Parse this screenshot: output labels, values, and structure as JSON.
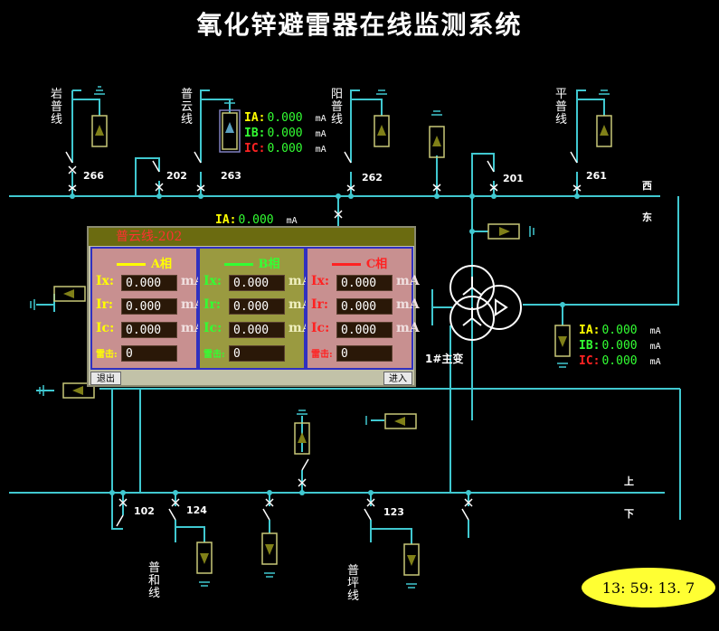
{
  "title": "氧化锌避雷器在线监测系统",
  "feeders_top": [
    {
      "name": "岩普线",
      "switch": "266"
    },
    {
      "name": "普云线",
      "switch": "263"
    },
    {
      "name": "阳普线",
      "switch": "262"
    },
    {
      "name": "平普线",
      "switch": "261"
    }
  ],
  "switch_labels": {
    "s202": "202",
    "s201": "201",
    "s102": "102",
    "s124": "124",
    "s123": "123"
  },
  "feeders_bottom": [
    {
      "name": "普和线"
    },
    {
      "name": "普坪线"
    }
  ],
  "bus_labels": {
    "west": "西",
    "east": "东",
    "up": "上",
    "down": "下"
  },
  "transformer_label": "1#主变",
  "readout_left": {
    "ia_label": "IA:",
    "ia": "0.000",
    "ib_label": "IB:",
    "ib": "0.000",
    "ic_label": "IC:",
    "ic": "0.000",
    "unit": "mA"
  },
  "readout_hidden": {
    "ia_label": "IA:",
    "ia": "0.000",
    "unit": "mA"
  },
  "readout_right": {
    "ia_label": "IA:",
    "ia": "0.000",
    "ib_label": "IB:",
    "ib": "0.000",
    "ic_label": "IC:",
    "ic": "0.000",
    "unit": "mA"
  },
  "dialog": {
    "title": "普云线-202",
    "phases": [
      {
        "label": "A相",
        "color": "#ffff00",
        "ix_label": "Ix:",
        "ix": "0.000",
        "ir_label": "Ir:",
        "ir": "0.000",
        "ic_label": "Ic:",
        "ic": "0.000",
        "unit": "mA",
        "strike_label": "雷击:",
        "strike": "0"
      },
      {
        "label": "B相",
        "color": "#33ff33",
        "ix_label": "Ix:",
        "ix": "0.000",
        "ir_label": "Ir:",
        "ir": "0.000",
        "ic_label": "Ic:",
        "ic": "0.000",
        "unit": "mA",
        "strike_label": "雷击:",
        "strike": "0"
      },
      {
        "label": "C相",
        "color": "#ff2222",
        "ix_label": "Ix:",
        "ix": "0.000",
        "ir_label": "Ir:",
        "ir": "0.000",
        "ic_label": "Ic:",
        "ic": "0.000",
        "unit": "mA",
        "strike_label": "雷击:",
        "strike": "0"
      }
    ],
    "exit_label": "退出",
    "enter_label": "进入"
  },
  "clock": "13: 59: 13. 7",
  "colors": {
    "line": "#40c8d0",
    "arrester": "#c8c878",
    "arrester_fill": "#807818",
    "switch": "#ffffff"
  }
}
